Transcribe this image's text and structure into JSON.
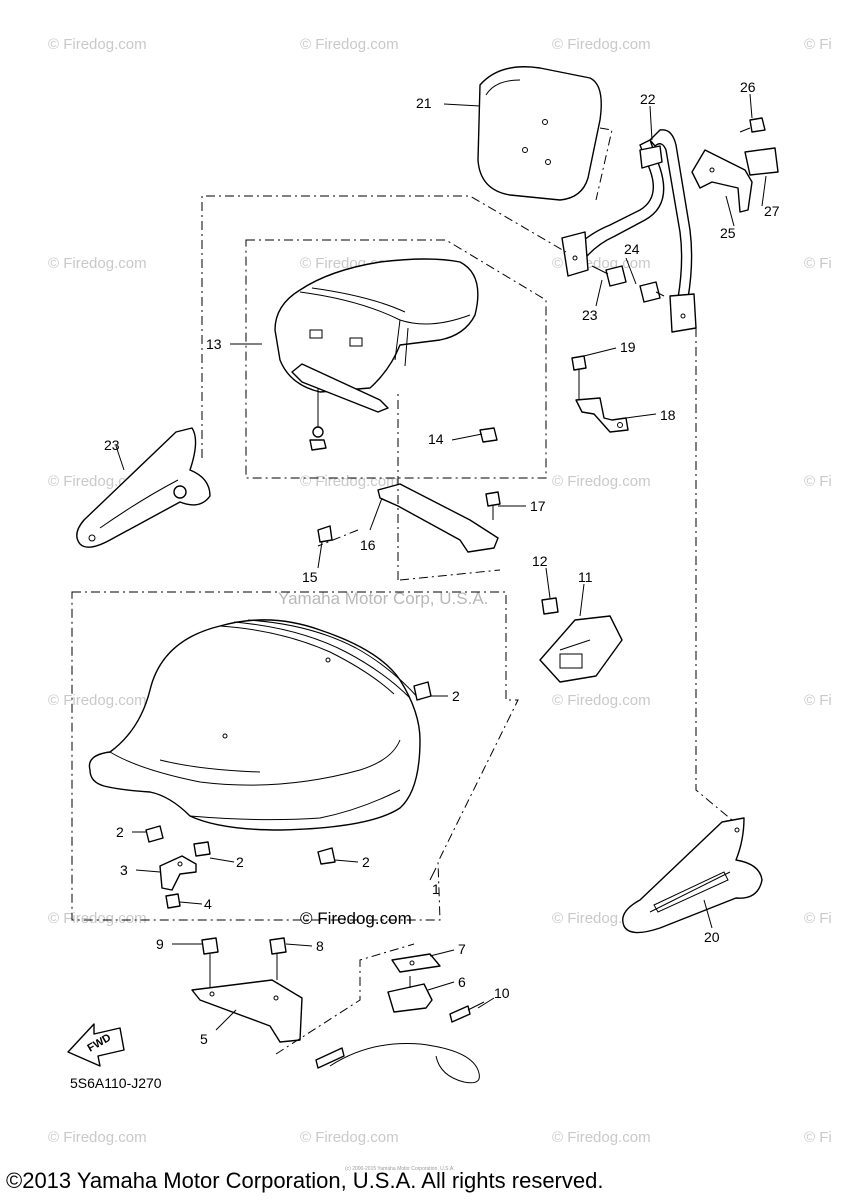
{
  "watermark": {
    "site": "© Firedog.com",
    "site_cut": "© Fi"
  },
  "center_watermark": "© Firedog.com",
  "yamaha_watermark": "Yamaha Motor Corp, U.S.A.",
  "figure_code": "5S6A110-J270",
  "fwd_label": "FWD",
  "small_print": "(c) 2000-2015 Yamaha Motor Corporation, U.S.A.",
  "copyright": "©2013 Yamaha Motor Corporation, U.S.A. All rights reserved.",
  "callouts": [
    {
      "id": "1",
      "text": "1"
    },
    {
      "id": "2a",
      "text": "2"
    },
    {
      "id": "2b",
      "text": "2"
    },
    {
      "id": "2c",
      "text": "2"
    },
    {
      "id": "2d",
      "text": "2"
    },
    {
      "id": "3",
      "text": "3"
    },
    {
      "id": "4",
      "text": "4"
    },
    {
      "id": "5",
      "text": "5"
    },
    {
      "id": "6",
      "text": "6"
    },
    {
      "id": "7",
      "text": "7"
    },
    {
      "id": "8",
      "text": "8"
    },
    {
      "id": "9",
      "text": "9"
    },
    {
      "id": "10",
      "text": "10"
    },
    {
      "id": "11",
      "text": "11"
    },
    {
      "id": "12",
      "text": "12"
    },
    {
      "id": "13",
      "text": "13"
    },
    {
      "id": "14",
      "text": "14"
    },
    {
      "id": "15",
      "text": "15"
    },
    {
      "id": "16",
      "text": "16"
    },
    {
      "id": "17",
      "text": "17"
    },
    {
      "id": "18",
      "text": "18"
    },
    {
      "id": "19",
      "text": "19"
    },
    {
      "id": "20",
      "text": "20"
    },
    {
      "id": "21",
      "text": "21"
    },
    {
      "id": "22",
      "text": "22"
    },
    {
      "id": "23a",
      "text": "23"
    },
    {
      "id": "23b",
      "text": "23"
    },
    {
      "id": "24",
      "text": "24"
    },
    {
      "id": "25",
      "text": "25"
    },
    {
      "id": "26",
      "text": "26"
    },
    {
      "id": "27",
      "text": "27"
    }
  ]
}
